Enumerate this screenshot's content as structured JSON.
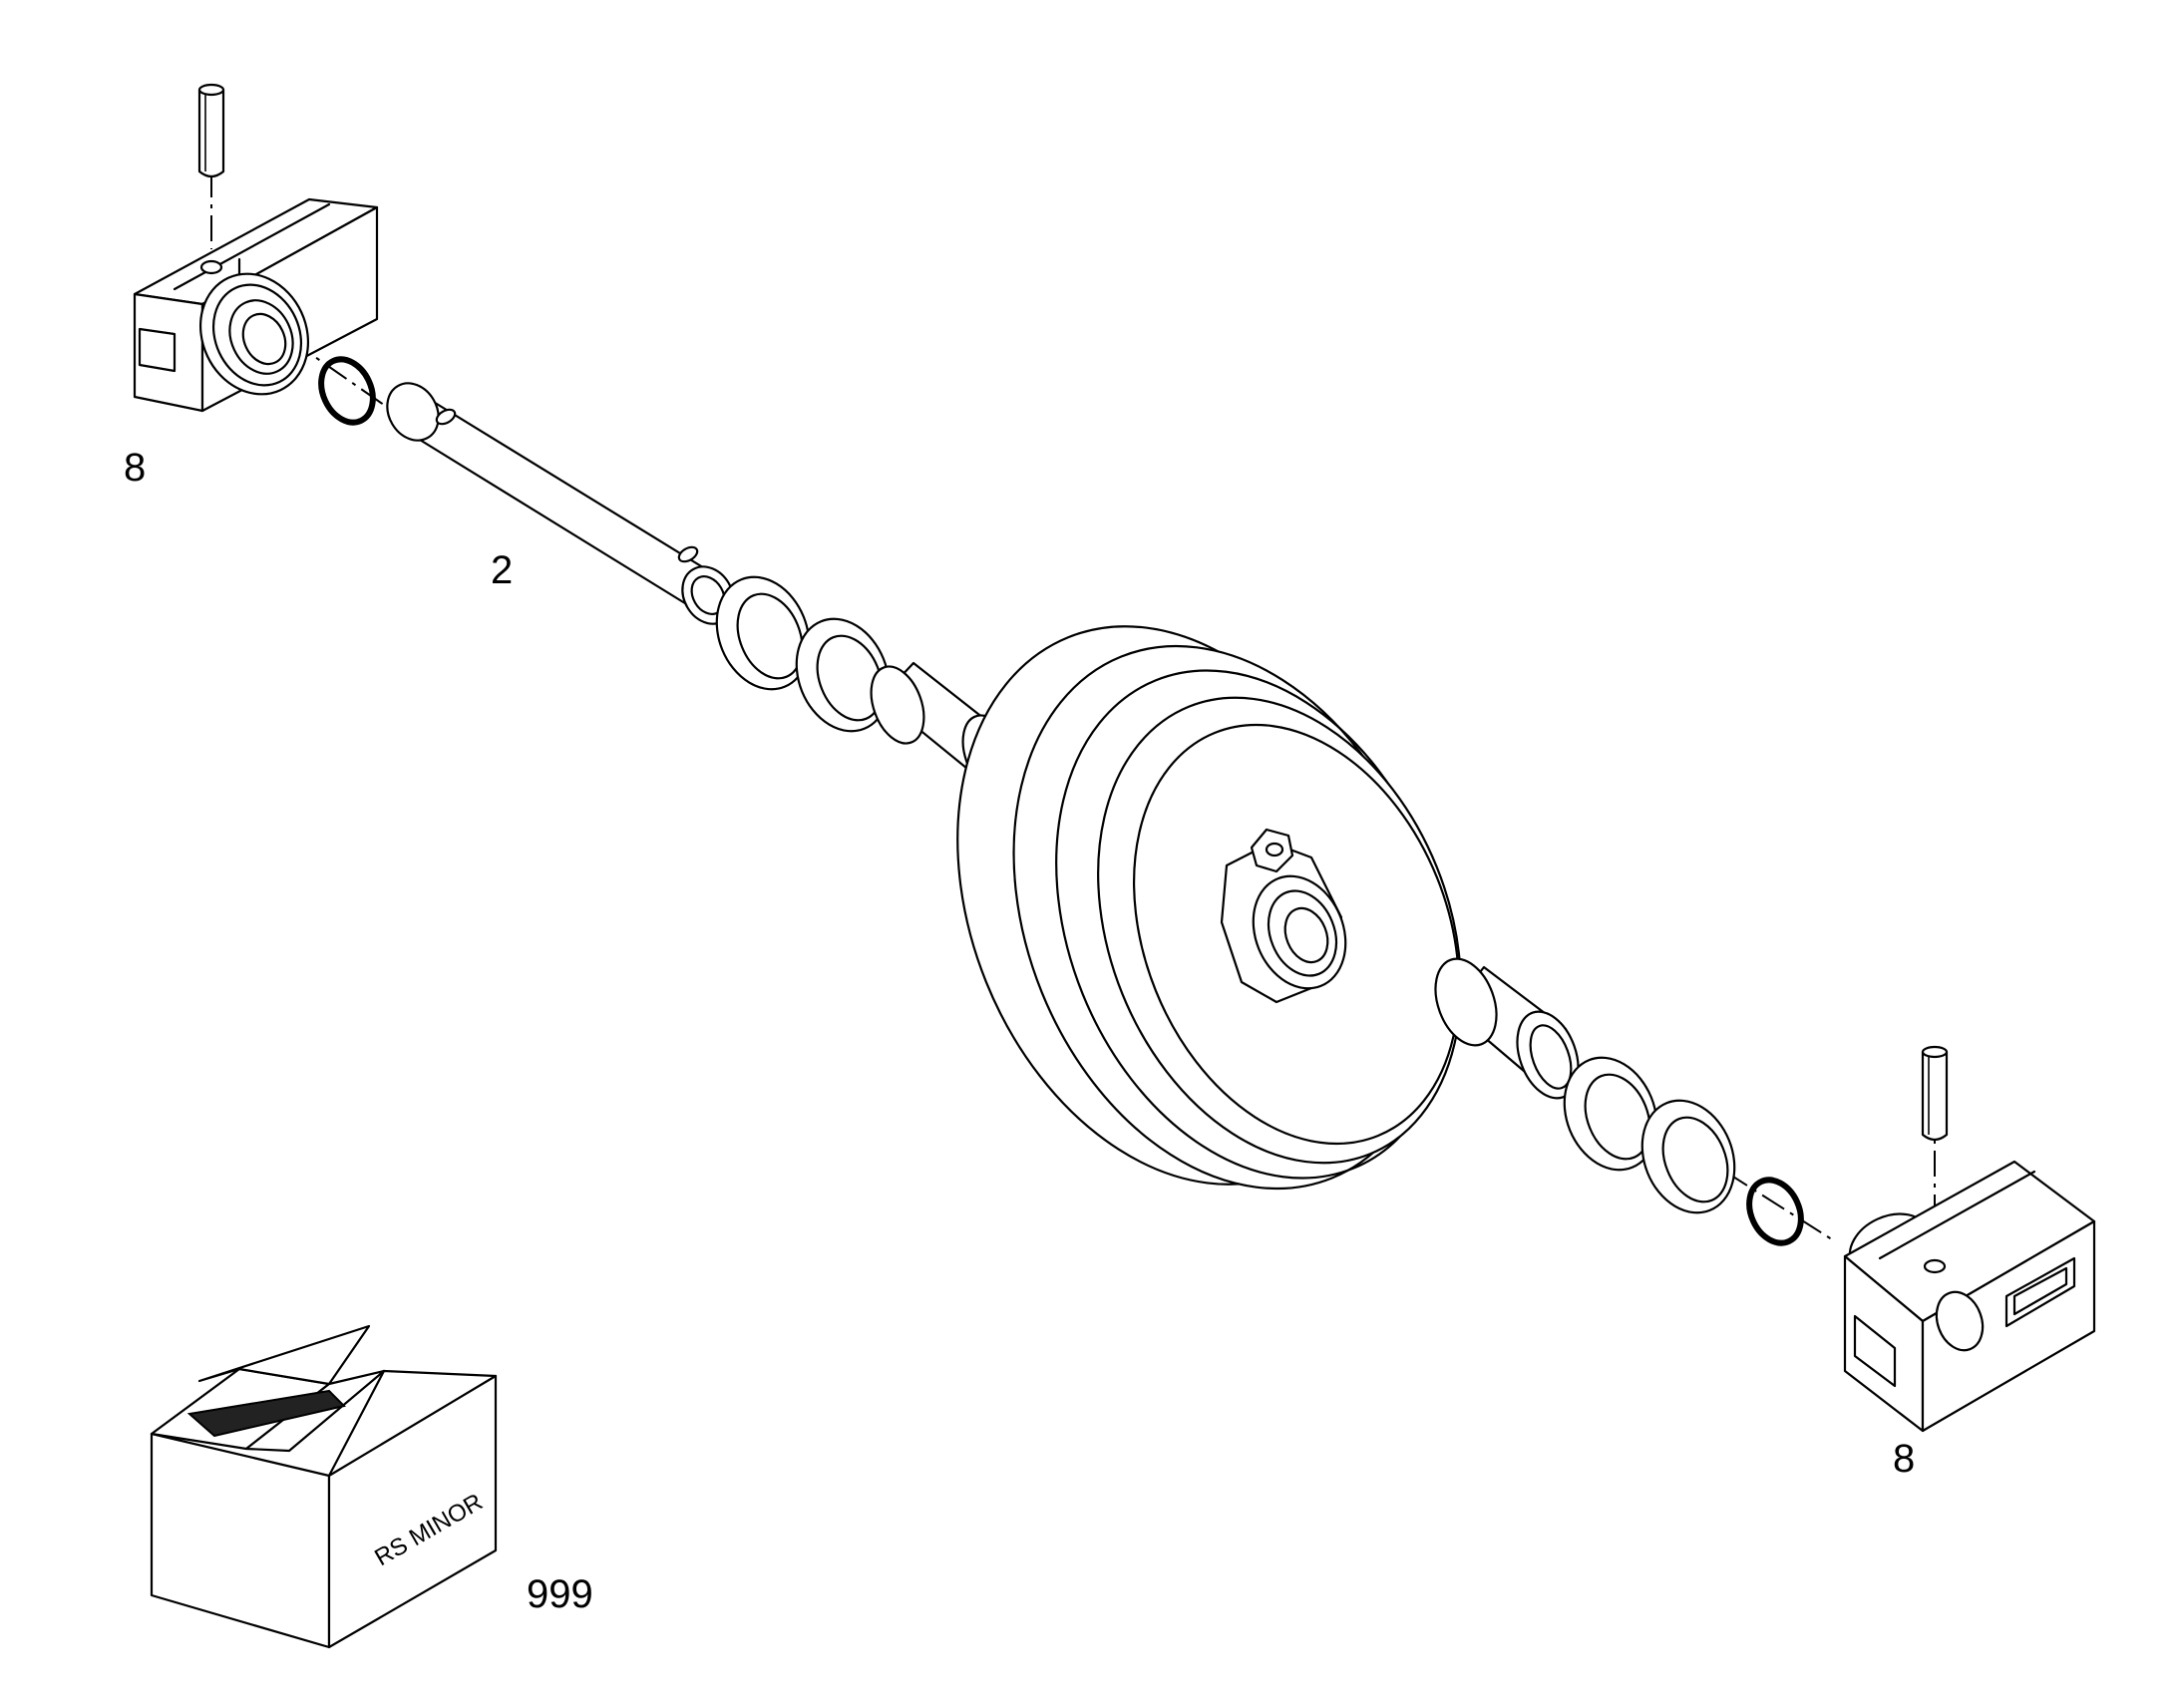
{
  "callouts": {
    "bracket_left": "8",
    "shaft": "2",
    "bracket_right": "8",
    "kit": "999"
  },
  "kit_box": {
    "label": "RS MINOR"
  },
  "colors": {
    "line": "#000000",
    "background": "#ffffff"
  }
}
